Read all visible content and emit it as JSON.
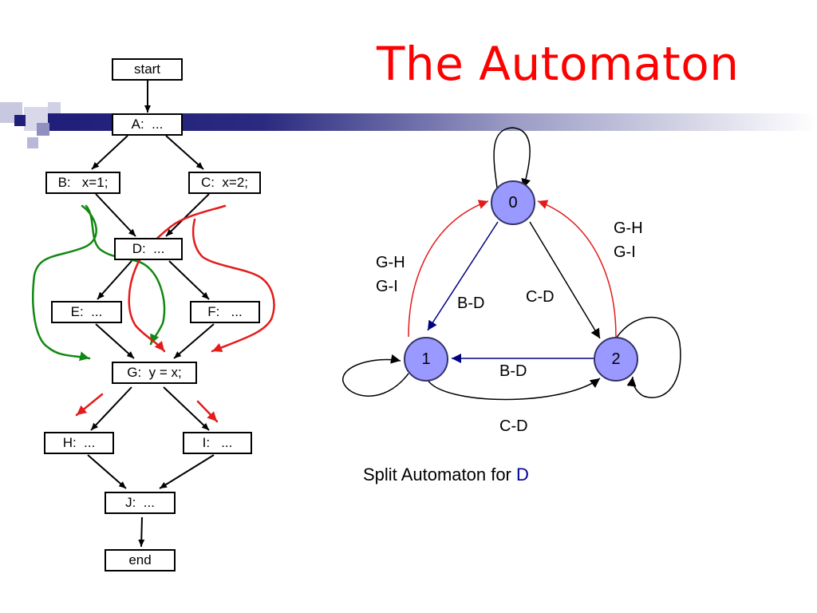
{
  "slide": {
    "title": "The Automaton"
  },
  "colors": {
    "title": "#ff0000",
    "state_fill": "#9999ff",
    "band_dark": "#1f1f7a",
    "green_path": "#118811",
    "red_path": "#e41b1b",
    "blue_edge": "#000080",
    "highlight": "#000099"
  },
  "flow": {
    "nodes": {
      "start": "start",
      "a": "A:  ...",
      "b": "B:   x=1;",
      "c": "C:  x=2;",
      "d": "D:  ...",
      "e": "E:  ...",
      "f": "F:   ...",
      "g": "G:  y = x;",
      "h": "H:  ...",
      "i": "I:   ...",
      "j": "J:  ...",
      "end": "end"
    }
  },
  "automaton": {
    "states": [
      "0",
      "1",
      "2"
    ],
    "labels": {
      "right_gh": "G-H",
      "right_gi": "G-I",
      "left_gh": "G-H",
      "left_gi": "G-I",
      "bd_diag": "B-D",
      "cd_diag": "C-D",
      "bd_bottom": "B-D",
      "cd_bottom": "C-D"
    },
    "caption_prefix": "Split Automaton for ",
    "caption_highlight": "D"
  }
}
